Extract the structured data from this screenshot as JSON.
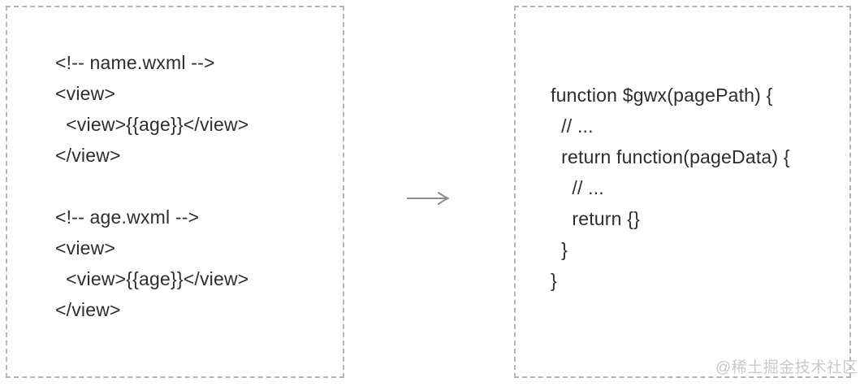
{
  "colors": {
    "background": "#ffffff",
    "panel_border": "#b5b5b5",
    "code_text": "#2d2d2d",
    "arrow": "#8c8c8c",
    "watermark": "#c9c9c9"
  },
  "icons": {
    "arrow": "right-arrow-icon"
  },
  "left_panel": {
    "snippets": [
      {
        "lines": [
          "<!-- name.wxml -->",
          "<view>",
          "  <view>{{age}}</view>",
          "</view>"
        ]
      },
      {
        "lines": [
          "<!-- age.wxml -->",
          "<view>",
          "  <view>{{age}}</view>",
          "</view>"
        ]
      }
    ]
  },
  "right_panel": {
    "lines": [
      "function $gwx(pagePath) {",
      "  // ...",
      "  return function(pageData) {",
      "    // ...",
      "    return {}",
      "  }",
      "}"
    ]
  },
  "watermark": {
    "text": "@稀土掘金技术社区"
  }
}
